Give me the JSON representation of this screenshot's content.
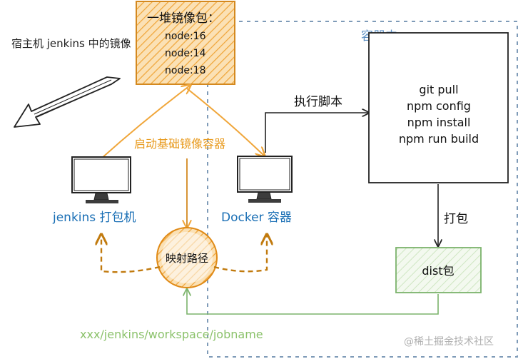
{
  "host_label": "宿主机 jenkins 中的镜像",
  "image_box": {
    "title": "一堆镜像包：",
    "items": [
      "node:16",
      "node:14",
      "node:18"
    ]
  },
  "container_region_label": "容器内",
  "run_script_label": "执行脚本",
  "script_box": {
    "lines": [
      "git pull",
      "npm config",
      "npm install",
      "npm run build"
    ]
  },
  "start_container_label": "启动基础镜像容器",
  "jenkins_label": "jenkins 打包机",
  "docker_label": "Docker 容器",
  "pack_label": "打包",
  "dist_label": "dist包",
  "map_path_label": "映射路径",
  "path_label": "xxx/jenkins/workspace/jobname",
  "watermark": "@稀土掘金技术社区",
  "colors": {
    "orange": "#f0a63a",
    "orange_fill": "#f6c27a",
    "brown_dashed": "#c17a0e",
    "blue": "#1a6fb5",
    "green": "#7bb36b",
    "green_fill": "#e6f2dd",
    "region_border": "#7f9bb8",
    "ink": "#222222"
  }
}
